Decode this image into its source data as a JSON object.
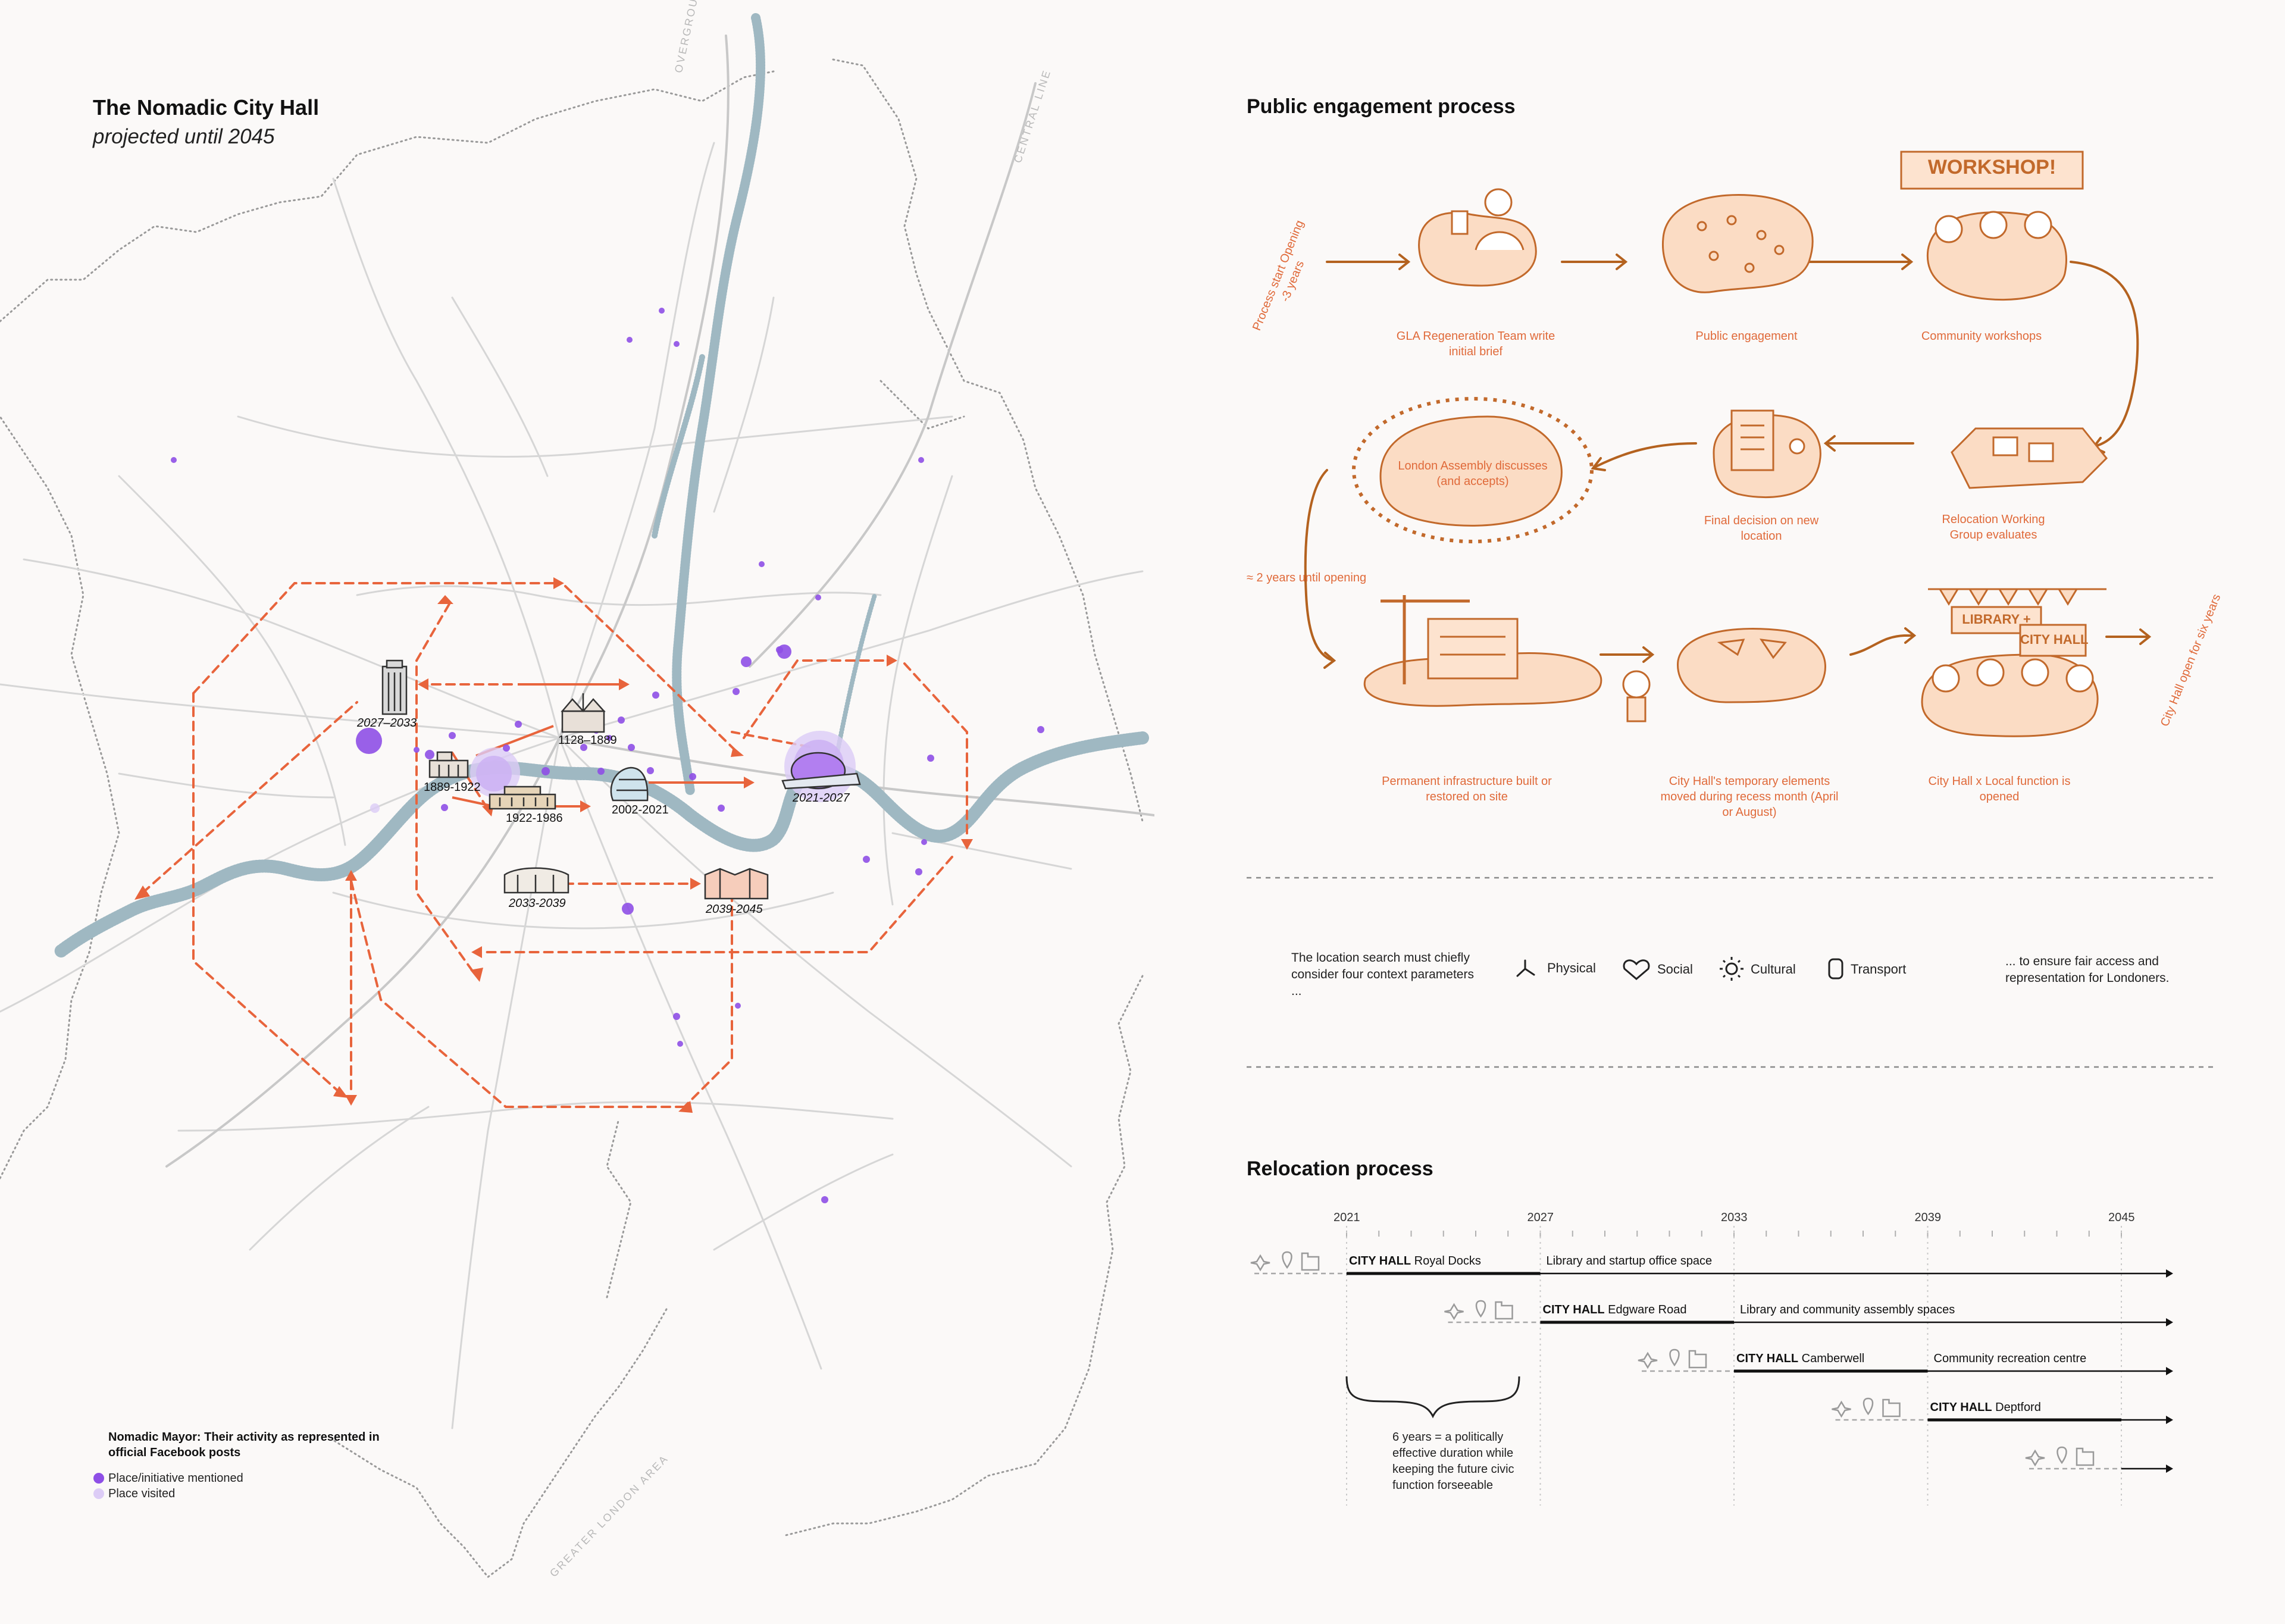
{
  "map": {
    "title": "The Nomadic City Hall",
    "subtitle": "projected until 2045",
    "line_labels": [
      "OVERGROUND",
      "CENTRAL LINE",
      "GREATER LONDON AREA"
    ],
    "eras": [
      {
        "label": "2027–2033",
        "italic": true
      },
      {
        "label": "1128–1889",
        "italic": false
      },
      {
        "label": "1889-1922",
        "italic": false
      },
      {
        "label": "1922-1986",
        "italic": false
      },
      {
        "label": "2002-2021",
        "italic": false
      },
      {
        "label": "2021-2027",
        "italic": true
      },
      {
        "label": "2033-2039",
        "italic": true
      },
      {
        "label": "2039-2045",
        "italic": true
      }
    ],
    "legend": {
      "title": "Nomadic Mayor: Their activity as represented in official Facebook posts",
      "items": [
        {
          "label": "Place/initiative mentioned",
          "color": "#8e4fe6"
        },
        {
          "label": "Place visited",
          "color": "#dcccf6"
        }
      ]
    },
    "colors": {
      "route": "#e8643c",
      "river": "#9fb8c2",
      "roads": "#d4d4d4",
      "borough_border": "#9a9a9a"
    }
  },
  "engagement": {
    "title": "Public engagement process",
    "start_label": "Process start Opening -3 years",
    "mid_label": "≈ 2 years until opening",
    "end_label": "City Hall open for six years",
    "steps": [
      {
        "id": "brief",
        "label": "GLA Regeneration Team write initial brief"
      },
      {
        "id": "public",
        "label": "Public engagement"
      },
      {
        "id": "workshops",
        "label": "Community workshops",
        "banner": "WORKSHOP!"
      },
      {
        "id": "evaluate",
        "label": "Relocation Working Group evaluates"
      },
      {
        "id": "decision",
        "label": "Final decision on new location"
      },
      {
        "id": "assembly",
        "label": "London Assembly discusses (and accepts)"
      },
      {
        "id": "infra",
        "label": "Permanent infrastructure built or restored on site"
      },
      {
        "id": "temporary",
        "label": "City Hall's temporary elements moved during recess month (April or August)"
      },
      {
        "id": "opened",
        "label": "City Hall x Local function is opened",
        "sign1": "LIBRARY +",
        "sign2": "CITY HALL"
      }
    ],
    "colors": {
      "accent": "#e06a3a",
      "arrow": "#b4621f",
      "fill": "#fbdcc4"
    }
  },
  "parameters": {
    "intro": "The location search must chiefly consider four context parameters ...",
    "items": [
      {
        "label": "Physical",
        "icon": "physical-icon"
      },
      {
        "label": "Social",
        "icon": "heart-icon"
      },
      {
        "label": "Cultural",
        "icon": "sun-icon"
      },
      {
        "label": "Transport",
        "icon": "transport-icon"
      }
    ],
    "outro": "... to ensure fair access and representation for Londoners."
  },
  "relocation": {
    "title": "Relocation process",
    "years": [
      2021,
      2027,
      2033,
      2039,
      2045
    ],
    "rows": [
      {
        "name": "Royal Docks",
        "start": 2021,
        "end": 2027,
        "after": "Library and startup office space"
      },
      {
        "name": "Edgware Road",
        "start": 2027,
        "end": 2033,
        "after": "Library and community assembly spaces"
      },
      {
        "name": "Camberwell",
        "start": 2033,
        "end": 2039,
        "after": "Community recreation centre"
      },
      {
        "name": "Deptford",
        "start": 2039,
        "end": 2045,
        "after": ""
      },
      {
        "name": "",
        "start": 2045,
        "end": 2045,
        "after": ""
      }
    ],
    "city_hall": "CITY HALL",
    "note": "6 years = a politically effective duration while keeping the future civic function forseeable"
  }
}
